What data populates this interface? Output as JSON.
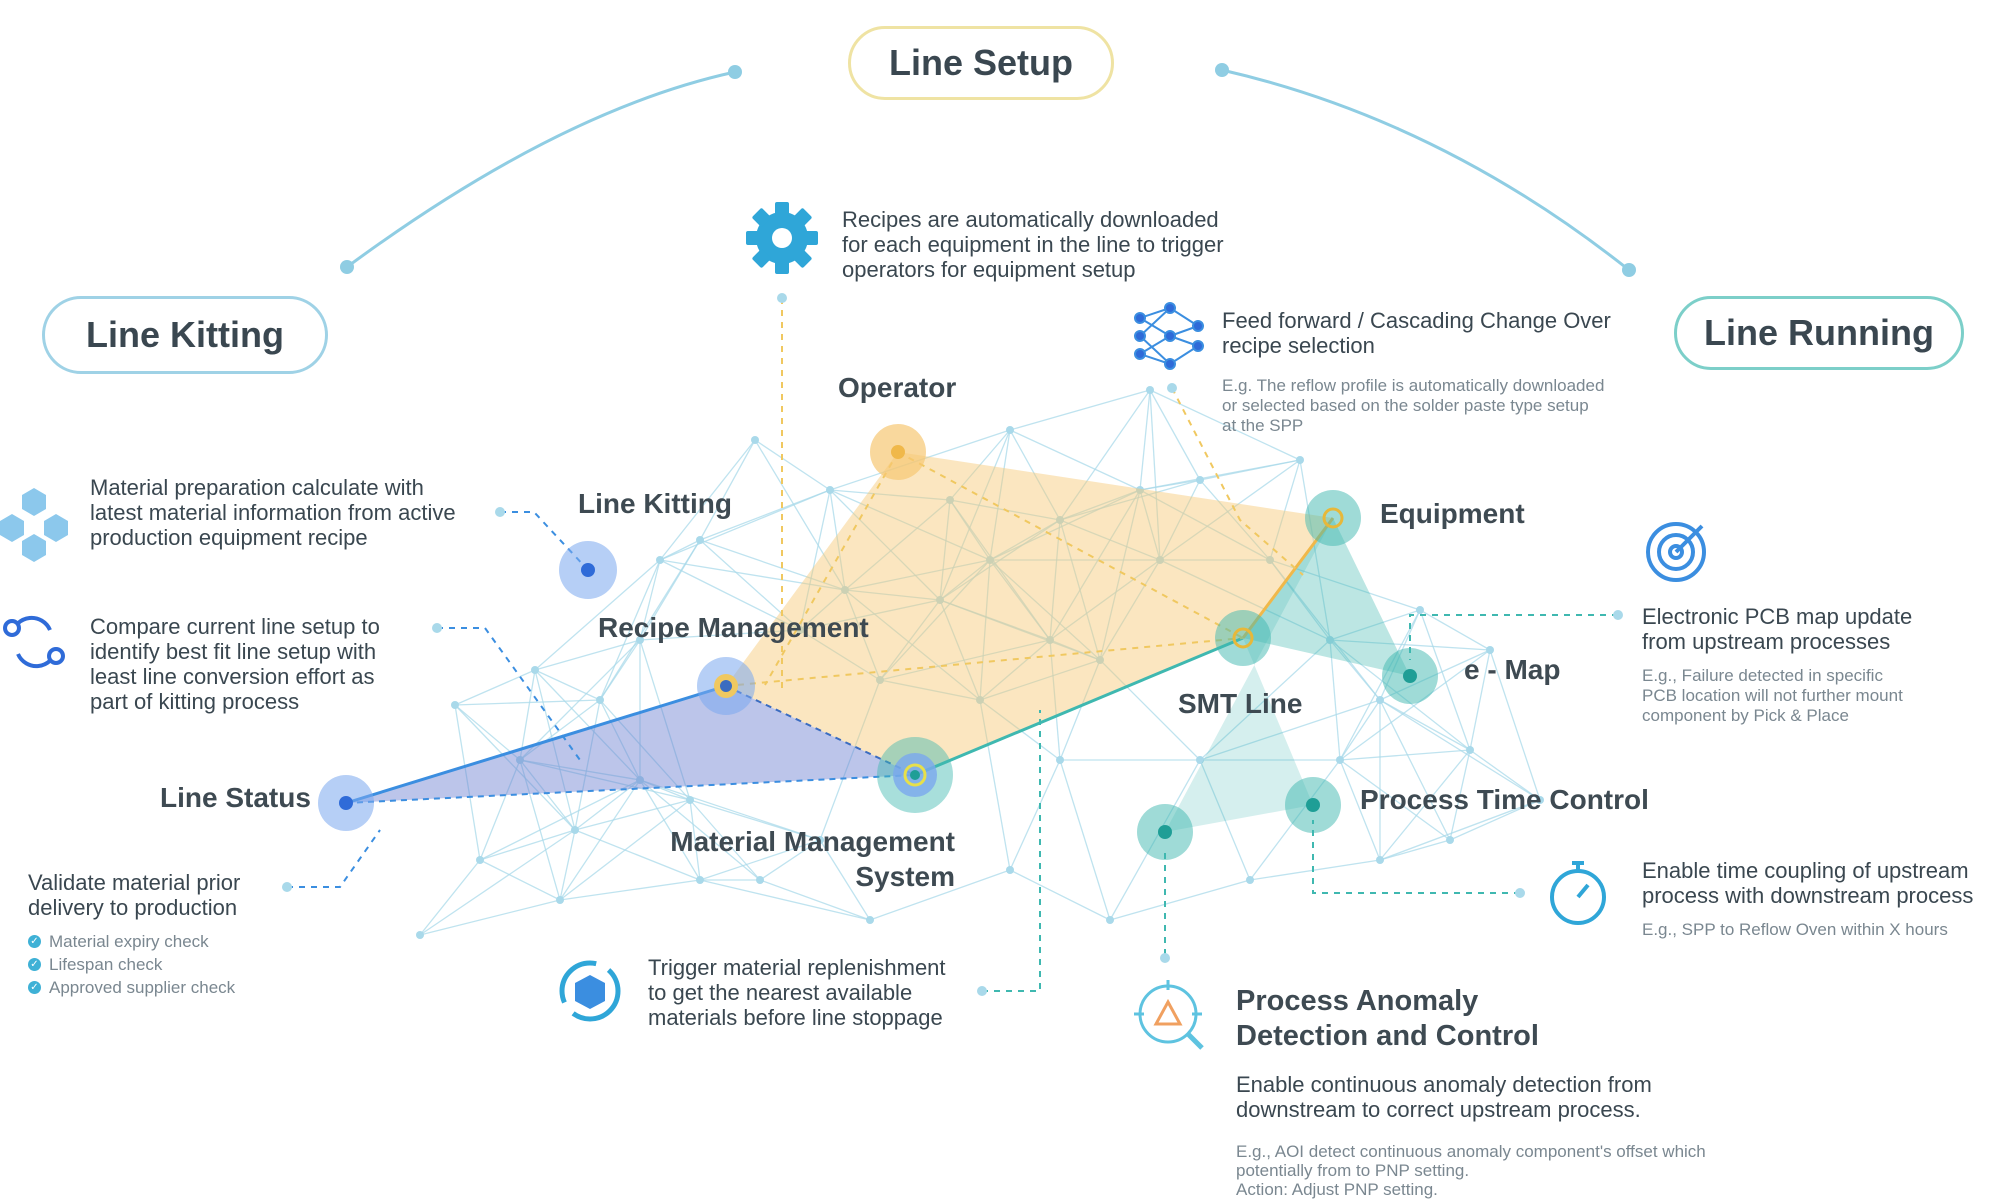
{
  "phases": {
    "line_setup": "Line Setup",
    "line_kitting": "Line Kitting",
    "line_running": "Line Running"
  },
  "nodes": {
    "operator": "Operator",
    "line_kitting": "Line Kitting",
    "recipe_management": "Recipe Management",
    "equipment": "Equipment",
    "smt_line": "SMT Line",
    "e_map": "e - Map",
    "line_status": "Line Status",
    "material_management_1": "Material Management",
    "material_management_2": "System",
    "process_time_control": "Process Time Control"
  },
  "descriptions": {
    "recipes": [
      "Recipes are automatically downloaded",
      "for each equipment in the line to trigger",
      "operators for equipment setup"
    ],
    "feed_forward": [
      "Feed forward / Cascading Change Over",
      "recipe selection"
    ],
    "feed_forward_example": [
      "E.g. The reflow profile is automatically downloaded",
      "or selected based on the solder paste type setup",
      "at the SPP"
    ],
    "material_prep": [
      "Material preparation calculate with",
      "latest material information from active",
      "production equipment recipe"
    ],
    "compare_setup": [
      "Compare current line setup to",
      "identify best fit line setup with",
      "least line conversion effort as",
      "part of kitting process"
    ],
    "validate": [
      "Validate material prior",
      "delivery to production"
    ],
    "validate_checks": [
      "Material expiry check",
      "Lifespan check",
      "Approved supplier check"
    ],
    "pcb_map": [
      "Electronic PCB map update",
      "from upstream processes"
    ],
    "pcb_map_example": [
      "E.g., Failure detected in specific",
      "PCB location will not further mount",
      "component by Pick & Place"
    ],
    "time_coupling": [
      "Enable time coupling of upstream",
      "process with downstream process"
    ],
    "time_coupling_example": "E.g., SPP to Reflow Oven within X hours",
    "replenishment": [
      "Trigger material replenishment",
      "to get the nearest available",
      "materials before line stoppage"
    ],
    "anomaly_title": [
      "Process Anomaly",
      "Detection and Control"
    ],
    "anomaly_desc": [
      "Enable continuous anomaly detection from",
      "downstream to correct upstream process."
    ],
    "anomaly_example": [
      "E.g., AOI detect continuous anomaly component's offset which",
      "potentially from to PNP setting.",
      "Action: Adjust PNP setting."
    ]
  },
  "colors": {
    "text": "#3a4750",
    "yellow_area": "#f7c873",
    "blue_area": "#6b7fd0",
    "teal": "#3fb8b0",
    "mesh": "#a9d9ea",
    "setup_border": "#efe3a3",
    "kitting_border": "#9fd2e6",
    "running_border": "#7ccfc9"
  },
  "icons": [
    "gear-icon",
    "network-icon",
    "cubes-icon",
    "swap-icon",
    "target-icon",
    "stopwatch-icon",
    "refresh-box-icon",
    "search-alert-icon",
    "check-icon"
  ]
}
